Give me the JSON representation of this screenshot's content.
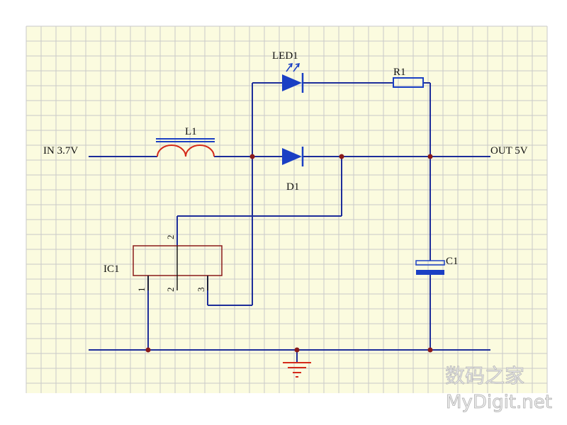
{
  "labels": {
    "input": "IN 3.7V",
    "output": "OUT  5V",
    "inductor": "L1",
    "led": "LED1",
    "resistor": "R1",
    "diode": "D1",
    "ic": "IC1",
    "capacitor": "C1"
  },
  "ic_pins": {
    "top": "2",
    "bottom_1": "1",
    "bottom_2": "2",
    "bottom_3": "3"
  },
  "watermark": {
    "chinese": "数码之家",
    "latin": "MyDigit.net"
  },
  "colors": {
    "paper": "#fbfbdf",
    "grid": "#c9c9c9",
    "wire": "#1d2d9a",
    "junction": "#8a1a1a",
    "inductor": "#d42a1a",
    "component": "#1a3fc4"
  }
}
